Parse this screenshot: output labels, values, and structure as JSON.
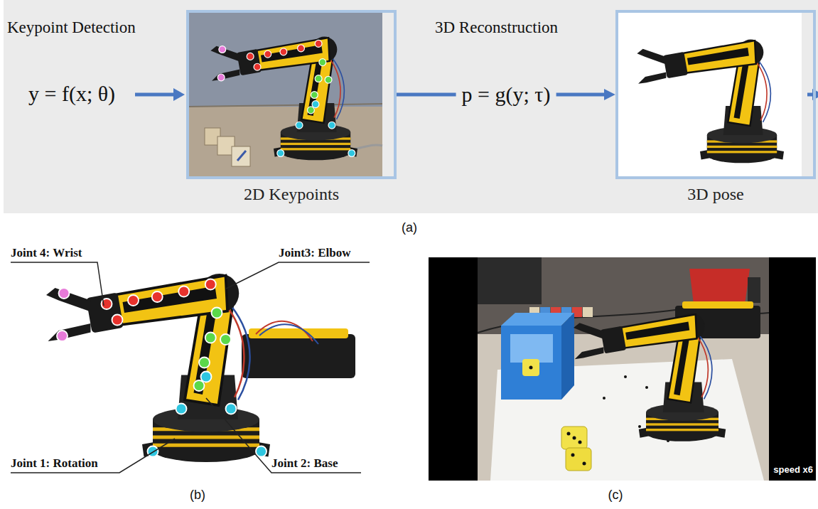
{
  "diagram": {
    "nodes": [
      {
        "text": [
          "2D Keypoints"
        ]
      },
      {
        "text": [
          "3D pose"
        ]
      }
    ],
    "edges": [
      {
        "from": 0,
        "to": 1,
        "label": "p = g(y; τ)",
        "arrow": "to"
      }
    ],
    "labels": [
      "Keypoint Detection",
      "y = f(x; θ)",
      "3D Reconstruction",
      "(a)",
      "Joint 4: Wrist",
      "Joint3: Elbow",
      "Joint 1: Rotation",
      "Joint 2: Base",
      "(b)",
      "speed x6",
      "(c)"
    ]
  }
}
